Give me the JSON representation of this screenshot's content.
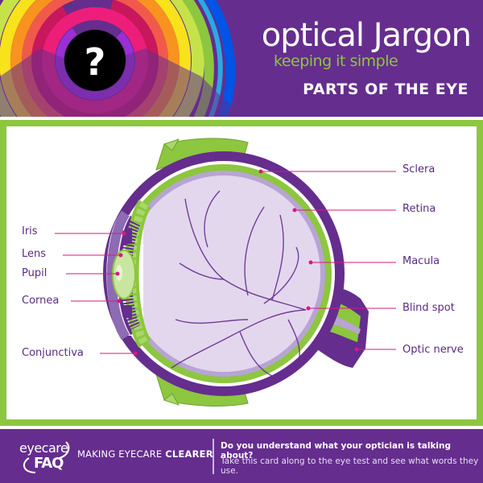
{
  "header": {
    "icon": "question-mark-icon",
    "icon_glyph": "?",
    "title": "optical Jargon",
    "tagline": "keeping it simple",
    "subtitle": "PARTS OF THE EYE"
  },
  "diagram": {
    "title": "Parts of the eye",
    "left_labels": [
      {
        "label": "Iris"
      },
      {
        "label": "Lens"
      },
      {
        "label": "Pupil"
      },
      {
        "label": "Cornea"
      },
      {
        "label": "Conjunctiva"
      }
    ],
    "right_labels": [
      {
        "label": "Sclera"
      },
      {
        "label": "Retina"
      },
      {
        "label": "Macula"
      },
      {
        "label": "Blind spot"
      },
      {
        "label": "Optic nerve"
      }
    ]
  },
  "footer": {
    "logo_top": "eyecare",
    "logo_bottom": "FAQ",
    "slogan_regular": "MAKING EYECARE ",
    "slogan_bold": "CLEARER",
    "question": "Do you understand what your optician is talking about?",
    "instruction": "Take this card along to the eye test and see what words they use."
  },
  "colors": {
    "purple": "#652d8e",
    "green": "#8dc63f",
    "magenta_leader": "#d6197e",
    "label_text": "#5a2a82",
    "eye_fill": "#e3d7ee"
  }
}
